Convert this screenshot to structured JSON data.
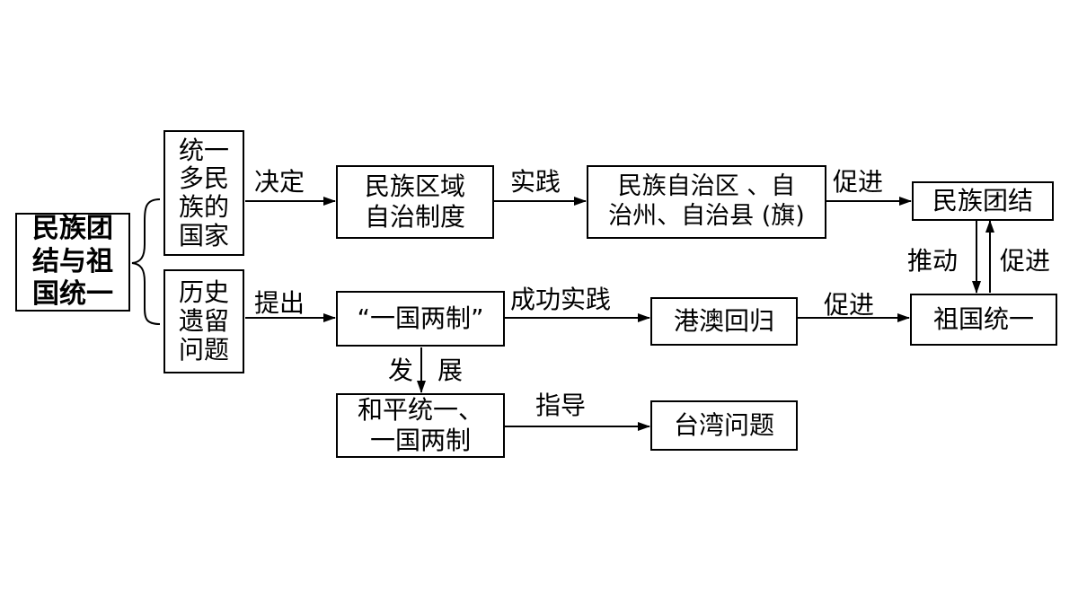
{
  "root": {
    "line1": "民族团",
    "line2": "结与祖",
    "line3": "国统一"
  },
  "branch_top": {
    "line1": "统一",
    "line2": "多民",
    "line3": "族的",
    "line4": "国家"
  },
  "branch_bottom": {
    "line1": "历史",
    "line2": "遗留",
    "line3": "问题"
  },
  "nodes": {
    "regional_autonomy": {
      "line1": "民族区域",
      "line2": "自治制度"
    },
    "autonomous_areas": {
      "line1": "民族自治区 、自",
      "line2": "治州、自治县 (旗)"
    },
    "ethnic_unity": "民族团结",
    "one_country_two_systems": "“一国两制”",
    "hk_macao_return": "港澳回归",
    "reunification": "祖国统一",
    "peaceful_reunification": {
      "line1": "和平统一、",
      "line2": "一国两制"
    },
    "taiwan_issue": "台湾问题"
  },
  "edges": {
    "decide": "决定",
    "practice": "实践",
    "promote": "促进",
    "propose": "提出",
    "successful_practice": "成功实践",
    "push": "推动",
    "develop_1": "发",
    "develop_2": "展",
    "guide": "指导"
  }
}
